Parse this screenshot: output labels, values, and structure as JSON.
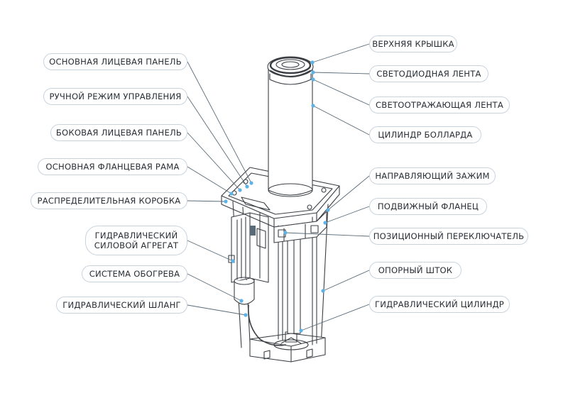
{
  "colors": {
    "leader": "#5a6b78",
    "dot": "#5db3e6",
    "outline": "#3b3f44",
    "label_border": "#c9d3dc"
  },
  "labels_left": [
    {
      "id": "main-face-panel",
      "text": "ОСНОВНАЯ ЛИЦЕВАЯ ПАНЕЛЬ"
    },
    {
      "id": "manual-mode",
      "text": "РУЧНОЙ РЕЖИМ УПРАВЛЕНИЯ"
    },
    {
      "id": "side-face-panel",
      "text": "БОКОВАЯ ЛИЦЕВАЯ ПАНЕЛЬ"
    },
    {
      "id": "main-flange-frame",
      "text": "ОСНОВНАЯ ФЛАНЦЕВАЯ РАМА"
    },
    {
      "id": "junction-box",
      "text": "РАСПРЕДЕЛИТЕЛЬНАЯ КОРОБКА"
    },
    {
      "id": "hydraulic-power-unit",
      "line1": "ГИДРАВЛИЧЕСКИЙ",
      "line2": "СИЛОВОЙ АГРЕГАТ"
    },
    {
      "id": "heating-system",
      "text": "СИСТЕМА ОБОГРЕВА"
    },
    {
      "id": "hydraulic-hose",
      "text": "ГИДРАВЛИЧЕСКИЙ ШЛАНГ"
    }
  ],
  "labels_right": [
    {
      "id": "top-cover",
      "text": "ВЕРХНЯЯ КРЫШКА"
    },
    {
      "id": "led-strip",
      "text": "СВЕТОДИОДНАЯ ЛЕНТА"
    },
    {
      "id": "reflective-strip",
      "text": "СВЕТООТРАЖАЮЩАЯ ЛЕНТА"
    },
    {
      "id": "bollard-cylinder",
      "text": "ЦИЛИНДР БОЛЛАРДА"
    },
    {
      "id": "guide-clamp",
      "text": "НАПРАВЛЯЮЩИЙ ЗАЖИМ"
    },
    {
      "id": "movable-flange",
      "text": "ПОДВИЖНЫЙ ФЛАНЕЦ"
    },
    {
      "id": "position-switch",
      "text": "ПОЗИЦИОННЫЙ ПЕРЕКЛЮЧАТЕЛЬ"
    },
    {
      "id": "support-rod",
      "text": "ОПОРНЫЙ ШТОК"
    },
    {
      "id": "hydraulic-cylinder",
      "text": "ГИДРАВЛИЧЕСКИЙ ЦИЛИНДР"
    }
  ]
}
